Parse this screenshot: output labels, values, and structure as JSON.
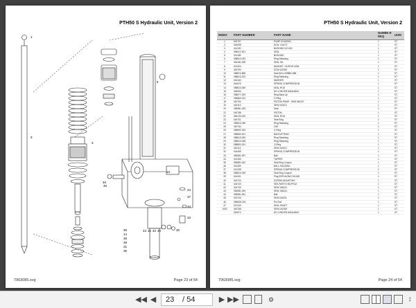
{
  "left_page": {
    "title": "PTH50 S Hydraulic Unit, Version 2",
    "footer_file": "7963085.svg",
    "footer_page": "Page 23 of 54",
    "callouts": [
      "1",
      "3",
      "9",
      "43",
      "41",
      "42",
      "40",
      "46",
      "38",
      "14",
      "36",
      "39",
      "31",
      "35",
      "44",
      "37",
      "34",
      "33",
      "30",
      "5",
      "45",
      "10"
    ]
  },
  "right_page": {
    "title": "PTH50 S Hydraulic Unit, Version 2",
    "footer_file": "7963085.svg",
    "footer_page": "Page 24 of 54",
    "headers": {
      "index": "INDEX",
      "part_number": "PART NUMBER",
      "part_name": "PART NAME",
      "qty": "NUMBE R REQ",
      "uom": "UOM"
    },
    "rows": [
      [
        "1",
        "040707",
        "PUMP HOUSING",
        "1",
        "ST"
      ],
      [
        "2",
        "040938",
        "SCW. 10x272",
        "1",
        "ST"
      ],
      [
        "3",
        "041190",
        "BUSHING NYLON",
        "1",
        "ST"
      ],
      [
        "4",
        "056612-001",
        "SEAL",
        "1",
        "ST"
      ],
      [
        "5",
        "041189",
        "BUSHING",
        "1",
        "ST"
      ],
      [
        "6",
        "058813-033",
        "Ring Retaining",
        "1",
        "ST"
      ],
      [
        "7",
        "054181-008",
        "SEAL OIL",
        "1",
        "ST"
      ],
      [
        "8",
        "041324",
        "MAGNET / SLEEVE ASM",
        "1",
        "ST"
      ],
      [
        "9",
        "040790",
        "SCW 040789",
        "1",
        "ST"
      ],
      [
        "10",
        "058813-868",
        "Seal INCL 055881-868",
        "1",
        "ST"
      ],
      [
        "11",
        "058813-023",
        "Ring Retaining",
        "1",
        "ST"
      ],
      [
        "12",
        "044163",
        "WASHER",
        "1",
        "ST"
      ],
      [
        "13",
        "044570",
        "SPRING COMPRESSION",
        "1",
        "ST"
      ],
      [
        "14",
        "058813-006",
        "SEAL ROD",
        "1",
        "ST"
      ],
      [
        "15",
        "046054",
        "NO LONGER AVAILABLE",
        "1",
        "ST"
      ],
      [
        "16",
        "058677-003",
        "Ring Back-Up",
        "1",
        "ST"
      ],
      [
        "17",
        "056860-012",
        "O-Ring",
        "1",
        "ST"
      ],
      [
        "18",
        "040754",
        "PISTON PUMP - SEW 040237",
        "1",
        "ST"
      ],
      [
        "19",
        "040113",
        "SEW 040113",
        "1",
        "ST"
      ],
      [
        "20",
        "055581-093",
        "Seal",
        "1",
        "ST"
      ],
      [
        "21",
        "040788",
        "PISTON",
        "1",
        "ST"
      ],
      [
        "22",
        "056133-003",
        "SEAL ROD",
        "1",
        "ST"
      ],
      [
        "23",
        "040701",
        "Seal Ring",
        "1",
        "ST"
      ],
      [
        "24",
        "058813-038",
        "Ring Retaining",
        "1",
        "ST"
      ],
      [
        "25",
        "040754",
        "CAP",
        "1",
        "ST"
      ],
      [
        "26",
        "058692-003",
        "O-Ring",
        "1",
        "ST"
      ],
      [
        "27",
        "058860-001",
        "BACKUP RING",
        "1",
        "ST"
      ],
      [
        "28",
        "058813-054",
        "Ring Retaining",
        "1",
        "ST"
      ],
      [
        "29",
        "058813-038",
        "Ring Retaining",
        "1",
        "ST"
      ],
      [
        "30",
        "058892-001",
        "O-Ring",
        "1",
        "ST"
      ],
      [
        "31",
        "040113",
        "SEW 040113",
        "1",
        "ST"
      ],
      [
        "32",
        "044459",
        "SPRING COMPRESSION",
        "1",
        "ST"
      ],
      [
        "33",
        "055581-097",
        "Ball",
        "1",
        "ST"
      ],
      [
        "34",
        "041350",
        "TAPPER",
        "1",
        "ST"
      ],
      [
        "35",
        "055581-160",
        "Seal Ring Coupon",
        "1",
        "ST"
      ],
      [
        "36",
        "041350",
        "BALL HOUSING",
        "1",
        "ST"
      ],
      [
        "37",
        "041338",
        "SPRING COMPRESSION",
        "1",
        "ST"
      ],
      [
        "38",
        "058813-039",
        "Seal Ring Coupon",
        "1",
        "ST"
      ],
      [
        "39",
        "041901",
        "Plug REPLACING 041249",
        "1",
        "ST"
      ],
      [
        "40",
        "044724",
        "SCREW ADJUSTING",
        "1",
        "ST"
      ],
      [
        "41",
        "044733",
        "SEE PARTS HELPFILE",
        "1",
        "ST"
      ],
      [
        "42",
        "044733",
        "SEW 158124",
        "1",
        "ST"
      ],
      [
        "43",
        "055581-094",
        "SEW 158124",
        "1",
        "ST"
      ],
      [
        "44",
        "055581-061",
        "Ball",
        "1",
        "ST"
      ],
      [
        "45",
        "040703",
        "SEW 040231",
        "1",
        "ST"
      ],
      [
        "46",
        "058609-078",
        "Pin Roll",
        "1",
        "ST"
      ],
      [
        "47",
        "047343",
        "SEAL SHAFT",
        "1",
        "ST"
      ],
      [
        "1000",
        "040768",
        "SEW 040768",
        "1",
        "ST"
      ],
      [
        "",
        "040674",
        "NO LONGER AVAILABLE",
        "1",
        "ST"
      ]
    ]
  },
  "toolbar": {
    "current_page": "23",
    "total_pages": "/ 54",
    "icons": [
      "first-page-icon",
      "prev-page-icon",
      "next-page-icon",
      "last-page-icon",
      "fit-page-icon",
      "fit-width-icon",
      "single-page-icon",
      "two-page-icon",
      "continuous-icon",
      "rotate-icon",
      "zoom-icon",
      "fullscreen-icon"
    ]
  }
}
